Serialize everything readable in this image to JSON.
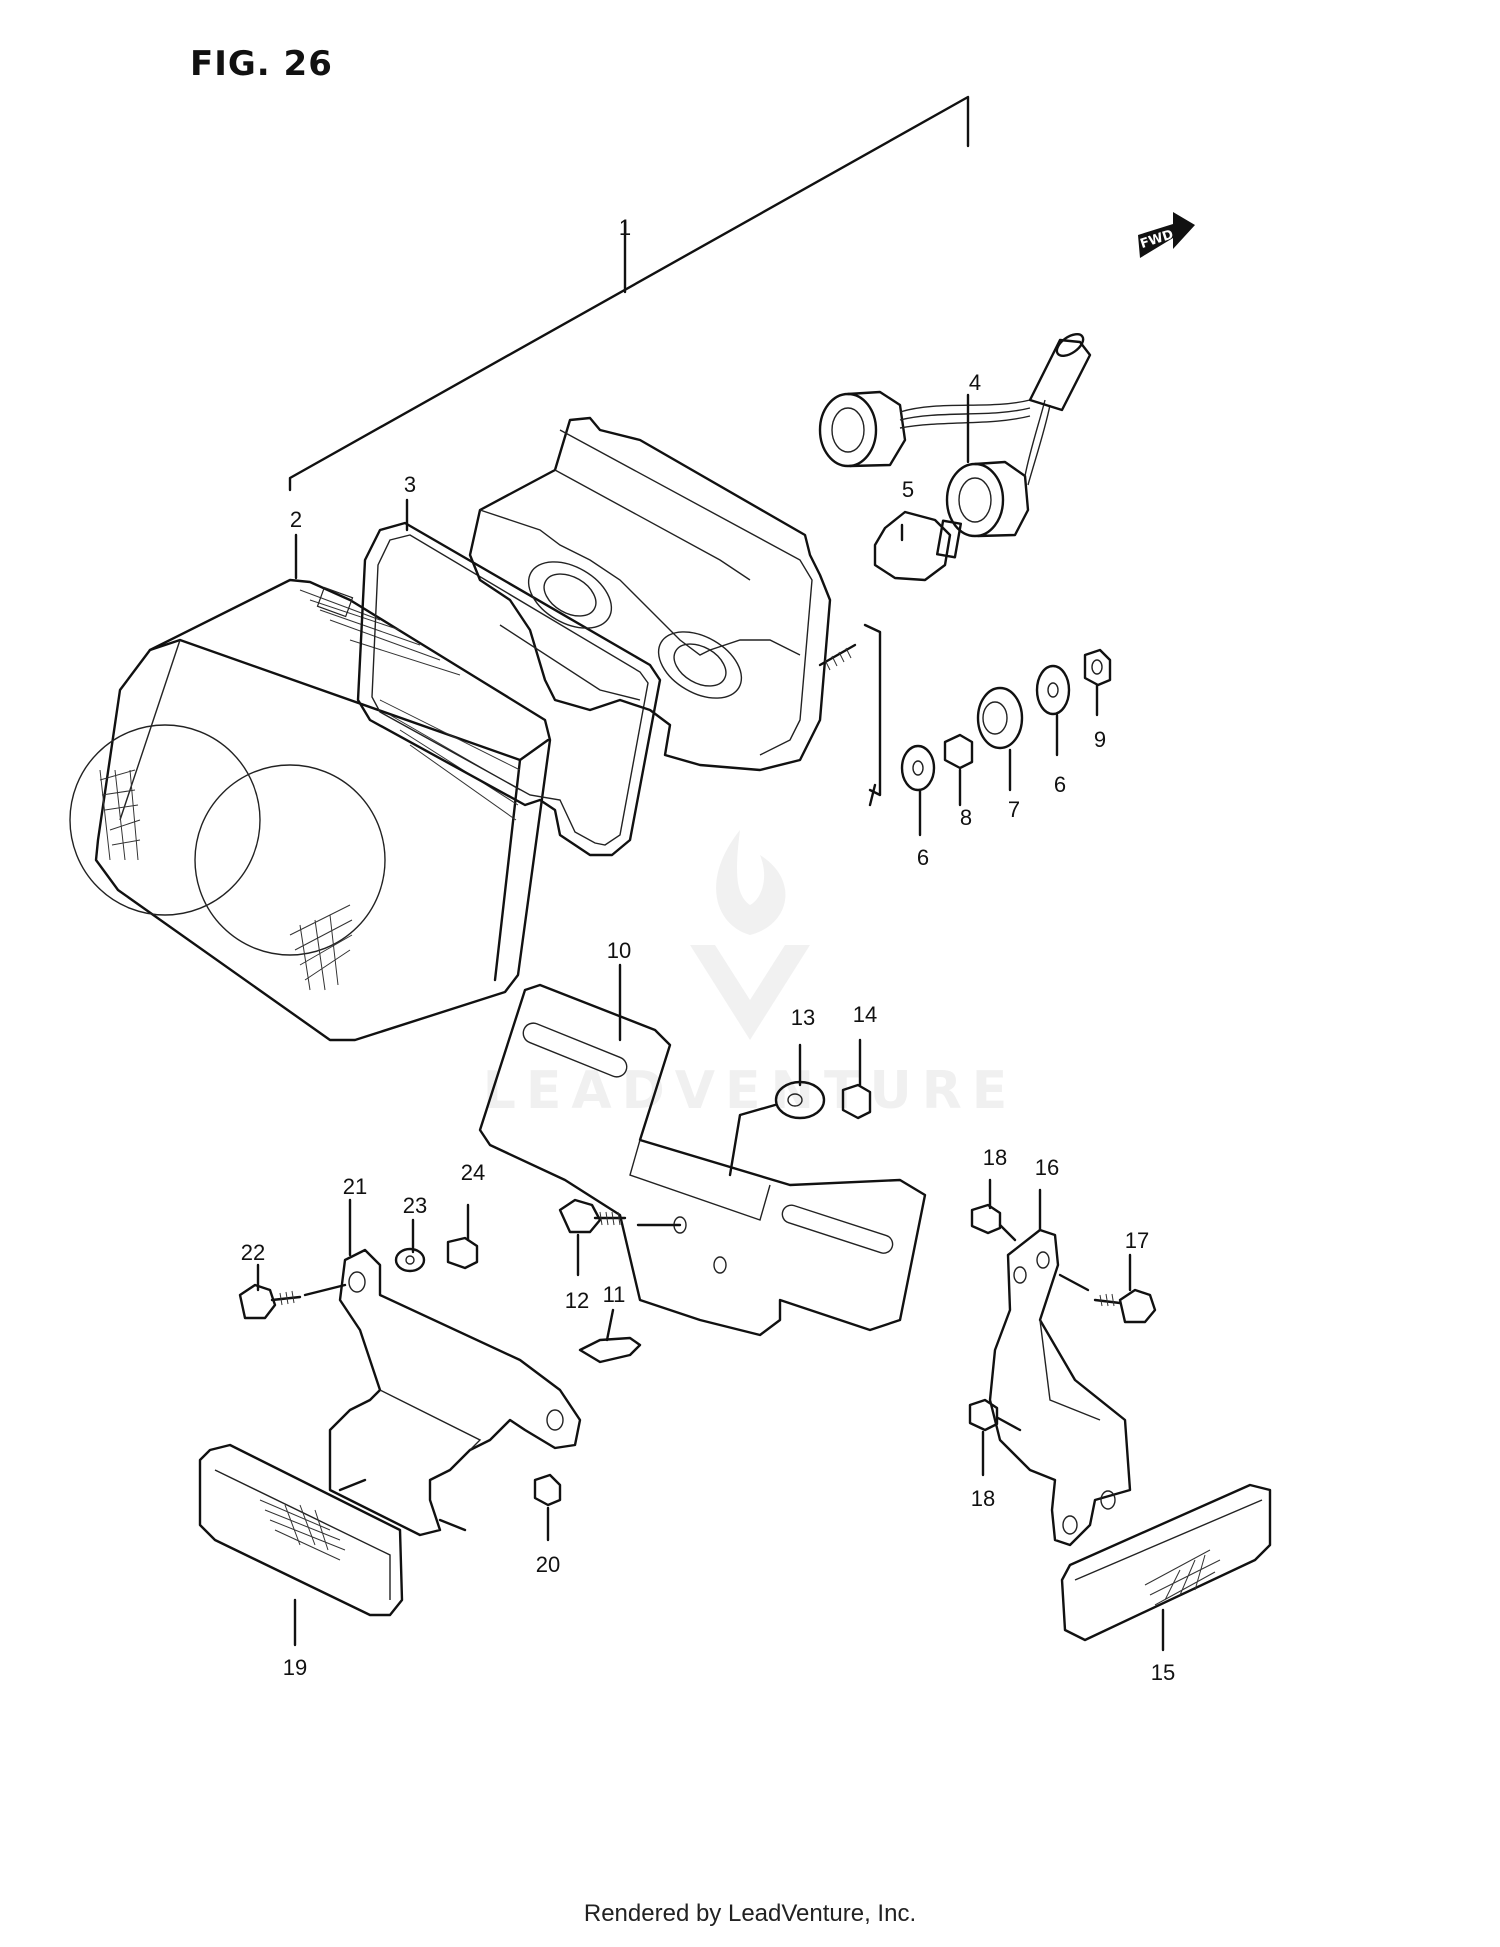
{
  "figure": {
    "title": "FIG. 26"
  },
  "direction_badge": {
    "text": "FWD"
  },
  "watermark": {
    "text": "LEADVENTURE"
  },
  "footer": {
    "text": "Rendered by LeadVenture, Inc."
  },
  "callouts": {
    "c1": "1",
    "c2": "2",
    "c3": "3",
    "c4": "4",
    "c5": "5",
    "c6a": "6",
    "c6b": "6",
    "c7": "7",
    "c8": "8",
    "c9": "9",
    "c10": "10",
    "c11": "11",
    "c12": "12",
    "c13": "13",
    "c14": "14",
    "c15": "15",
    "c16": "16",
    "c17": "17",
    "c18a": "18",
    "c18b": "18",
    "c19": "19",
    "c20": "20",
    "c21": "21",
    "c22": "22",
    "c23": "23",
    "c24": "24"
  }
}
